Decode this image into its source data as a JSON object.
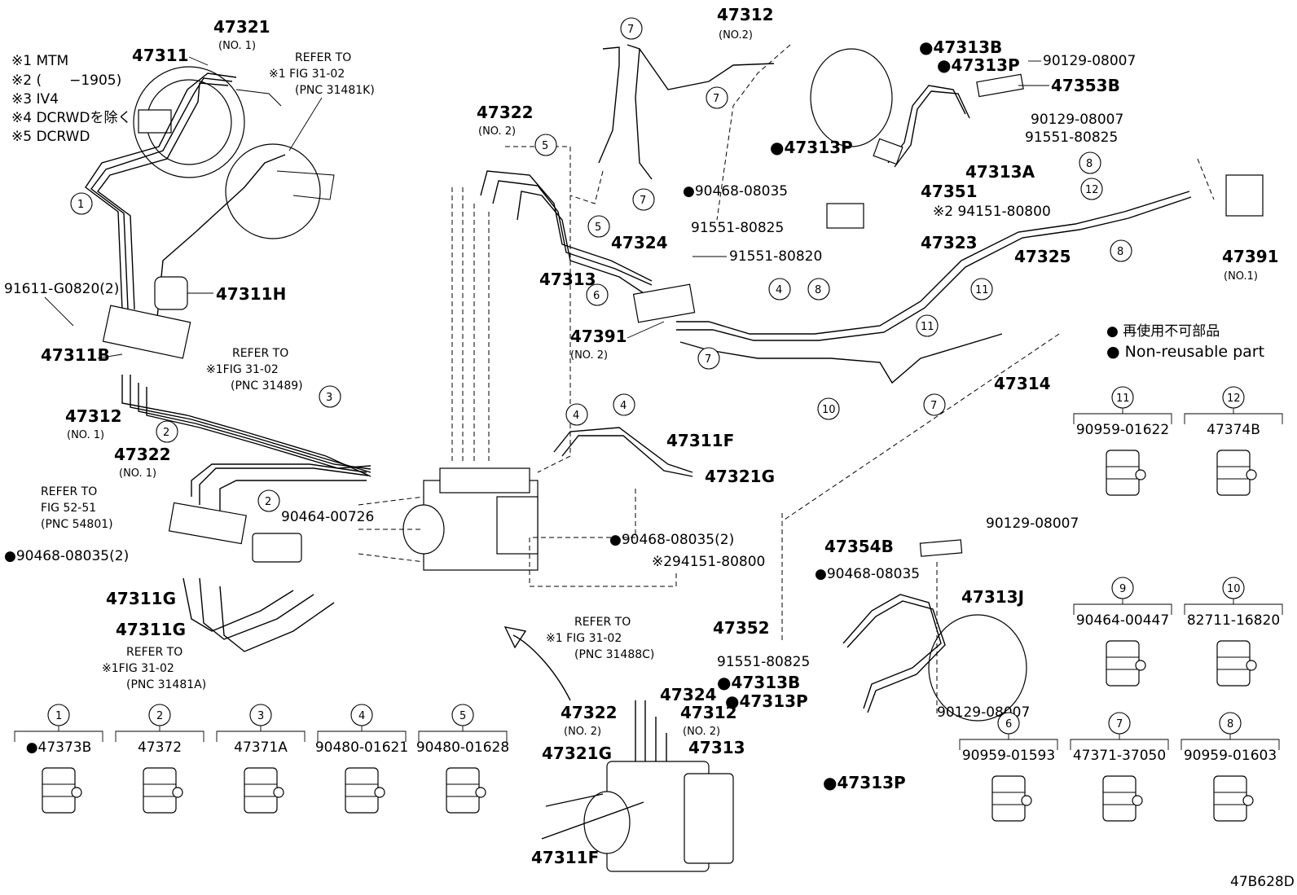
{
  "legend": {
    "notes": [
      "※1 MTM",
      "※2 (　　−1905)",
      "※3 IV4",
      "※4 DCRWDを除く",
      "※5 DCRWD"
    ],
    "nonreusable_jp": "● 再使用不可部品",
    "nonreusable_en": "● Non-reusable part"
  },
  "labels": {
    "p47321": "47321",
    "p47321_sub": "(NO. 1)",
    "p47311": "47311",
    "ref1_a": "REFER TO",
    "ref1_b": "※1 FIG 31-02",
    "ref1_c": "(PNC 31481K)",
    "p91611": "91611-G0820(2)",
    "p47311H": "47311H",
    "p47311B": "47311B",
    "ref2_a": "REFER TO",
    "ref2_b": "※1FIG 31-02",
    "ref2_c": "(PNC 31489)",
    "p47312a": "47312",
    "p47312a_sub": "(NO. 1)",
    "p47322a": "47322",
    "p47322a_sub": "(NO. 1)",
    "ref3_a": "REFER TO",
    "ref3_b": "FIG 52-51",
    "ref3_c": "(PNC 54801)",
    "p90464a": "90464-00726",
    "p90468a": "●90468-08035(2)",
    "p47311G1": "47311G",
    "p47311G2": "47311G",
    "ref4_a": "REFER TO",
    "ref4_b": "※1FIG 31-02",
    "ref4_c": "(PNC 31481A)",
    "p47312b": "47312",
    "p47312b_sub": "(NO.2)",
    "p47322b": "47322",
    "p47322b_sub": "(NO. 2)",
    "p47324": "47324",
    "p47313": "47313",
    "p91551a": "91551-80820",
    "p47391a": "47391",
    "p47391a_sub": "(NO. 2)",
    "p47311F": "47311F",
    "p47321G": "47321G",
    "p90468b": "●90468-08035(2)",
    "ref5_a": "REFER TO",
    "ref5_b": "※1 FIG 31-02",
    "ref5_c": "(PNC 31488C)",
    "p47313B_top": "●47313B",
    "p47313P_top": "●47313P",
    "p90129a": "90129-08007",
    "p47353B": "47353B",
    "p90129b": "90129-08007",
    "p91551b": "91551-80825",
    "p47313P_mid": "●47313P",
    "p47313A": "47313A",
    "p90468c": "●90468-08035",
    "p47351": "47351",
    "p94151a": "※2 94151-80800",
    "p91551c": "91551-80825",
    "p47323": "47323",
    "p47325": "47325",
    "p47391b": "47391",
    "p47391b_sub": "(NO.1)",
    "p47314": "47314",
    "p90129c": "90129-08007",
    "p47354B": "47354B",
    "p94151b": "※294151-80800",
    "p90468d": "●90468-08035",
    "p47313J": "47313J",
    "p47352": "47352",
    "p91551d": "91551-80825",
    "p47313B_bot": "●47313B",
    "p47313P_bot": "●47313P",
    "p90129d": "90129-08007",
    "p47313P_bot2": "●47313P",
    "act_47324": "47324",
    "act_47322": "47322",
    "act_47322_sub": "(NO. 2)",
    "act_47312": "47312",
    "act_47312_sub": "(NO. 2)",
    "act_47321G": "47321G",
    "act_47313": "47313",
    "act_47311F": "47311F",
    "ill_code": "47B628D"
  },
  "clamps_bottom": [
    {
      "num": "1",
      "pn": "●47373B"
    },
    {
      "num": "2",
      "pn": "47372"
    },
    {
      "num": "3",
      "pn": "47371A"
    },
    {
      "num": "4",
      "pn": "90480-01621"
    },
    {
      "num": "5",
      "pn": "90480-01628"
    }
  ],
  "clamps_right_bottom": [
    {
      "num": "6",
      "pn": "90959-01593"
    },
    {
      "num": "7",
      "pn": "47371-37050"
    },
    {
      "num": "8",
      "pn": "90959-01603"
    }
  ],
  "clamps_right_mid": [
    {
      "num": "9",
      "pn": "90464-00447"
    },
    {
      "num": "10",
      "pn": "82711-16820"
    }
  ],
  "clamps_right_top": [
    {
      "num": "11",
      "pn": "90959-01622"
    },
    {
      "num": "12",
      "pn": "47374B"
    }
  ]
}
